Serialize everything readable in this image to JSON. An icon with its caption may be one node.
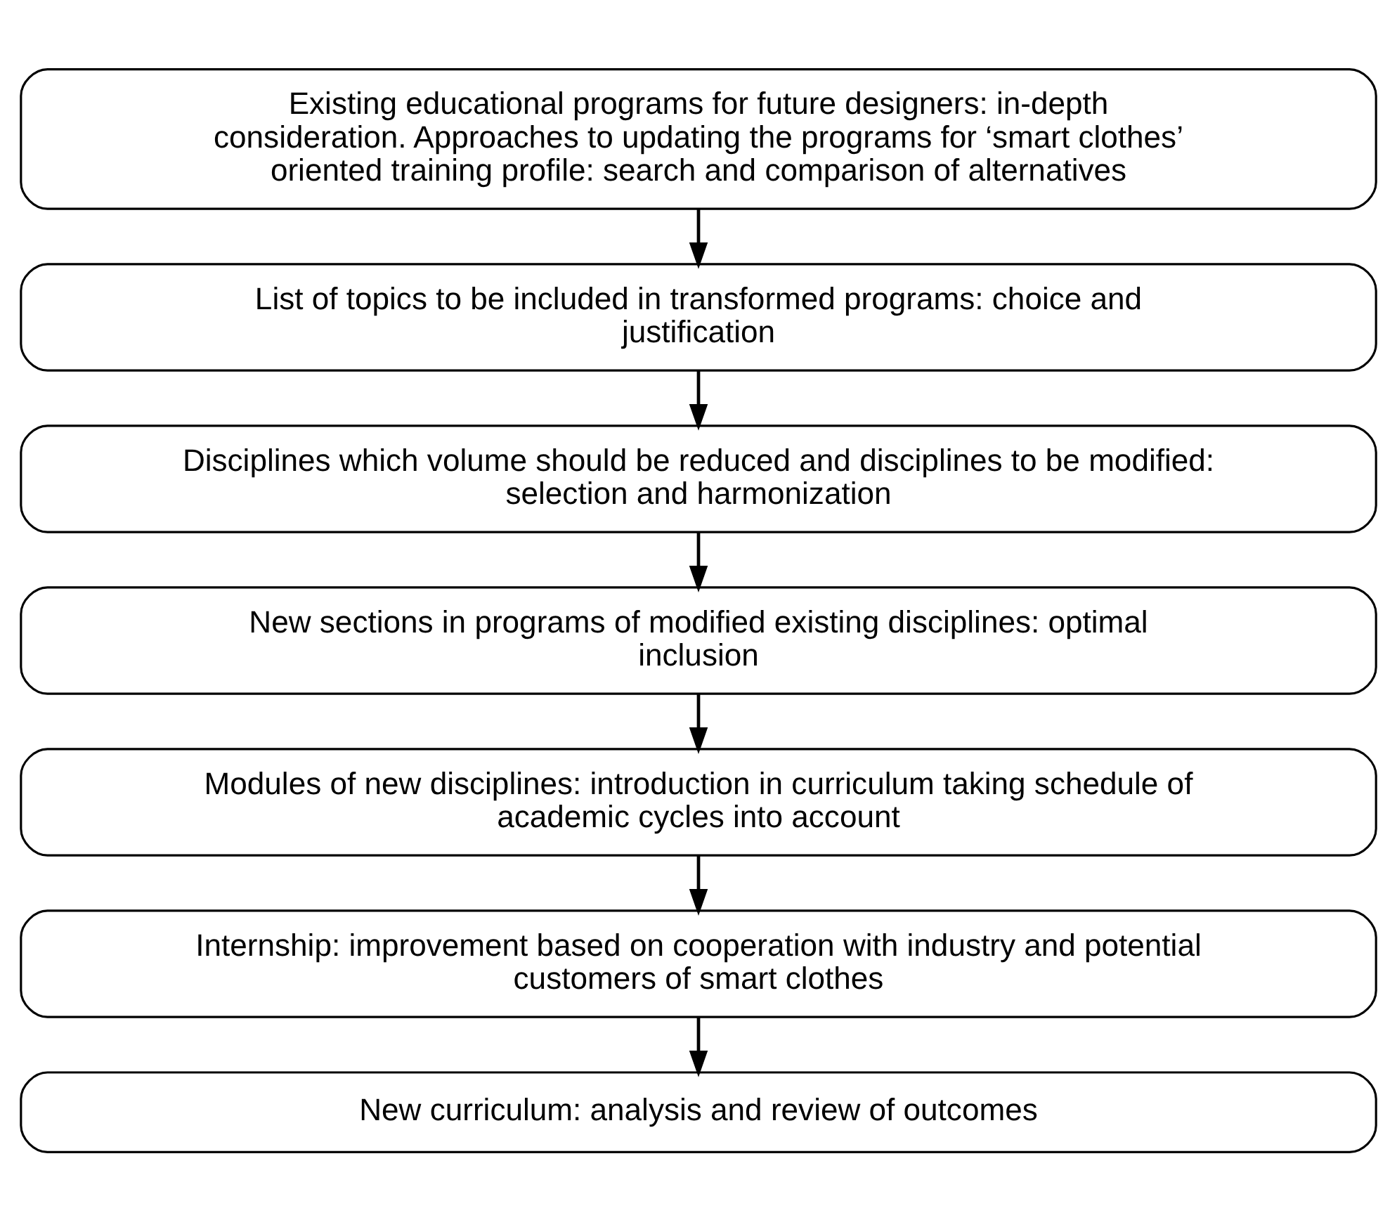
{
  "diagram": {
    "nodes": [
      {
        "text": [
          "Existing educational programs for future designers: in-depth consideration. Approaches to updating the programs for ‘smart clothes’ oriented training profile: search and comparison of alternatives"
        ]
      },
      {
        "text": [
          "List of topics to be included in transformed programs: choice and justification"
        ]
      },
      {
        "text": [
          "Disciplines which volume should be reduced and disciplines to be modified: selection and harmonization"
        ]
      },
      {
        "text": [
          "New sections in programs of modified existing disciplines: optimal inclusion"
        ]
      },
      {
        "text": [
          "Modules of new disciplines: introduction in curriculum taking schedule of academic cycles into account"
        ]
      },
      {
        "text": [
          "Internship: improvement based on cooperation with industry and potential customers of smart clothes"
        ]
      },
      {
        "text": [
          "New curriculum: analysis and review of outcomes"
        ]
      }
    ],
    "edges": [
      {
        "from": 0,
        "to": 1,
        "arrow": "to"
      },
      {
        "from": 1,
        "to": 2,
        "arrow": "to"
      },
      {
        "from": 2,
        "to": 3,
        "arrow": "to"
      },
      {
        "from": 3,
        "to": 4,
        "arrow": "to"
      },
      {
        "from": 4,
        "to": 5,
        "arrow": "to"
      },
      {
        "from": 5,
        "to": 6,
        "arrow": "to"
      }
    ]
  }
}
